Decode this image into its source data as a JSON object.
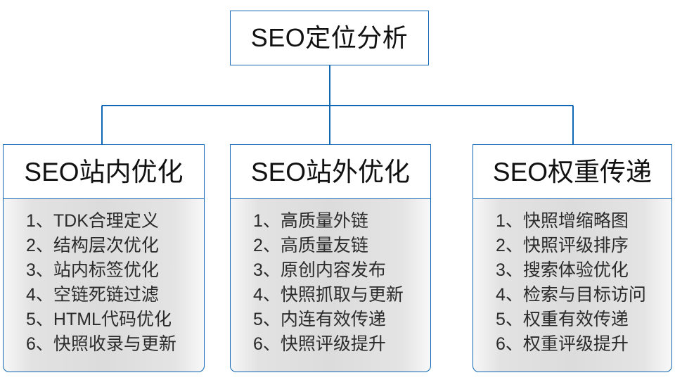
{
  "diagram": {
    "type": "org-chart",
    "accent_color": "#1068b5",
    "text_color": "#111111",
    "body_fill": "#dcdcdc",
    "root": {
      "title": "SEO定位分析"
    },
    "branches": [
      {
        "title": "SEO站内优化",
        "items": [
          "1、TDK合理定义",
          "2、结构层次优化",
          "3、站内标签优化",
          "4、空链死链过滤",
          "5、HTML代码优化",
          "6、快照收录与更新"
        ]
      },
      {
        "title": "SEO站外优化",
        "items": [
          "1、高质量外链",
          "2、高质量友链",
          "3、原创内容发布",
          "4、快照抓取与更新",
          "5、内连有效传递",
          "6、快照评级提升"
        ]
      },
      {
        "title": "SEO权重传递",
        "items": [
          "1、快照增缩略图",
          "2、快照评级排序",
          "3、搜索体验优化",
          "4、检索与目标访问",
          "5、权重有效传递",
          "6、权重评级提升"
        ]
      }
    ]
  }
}
